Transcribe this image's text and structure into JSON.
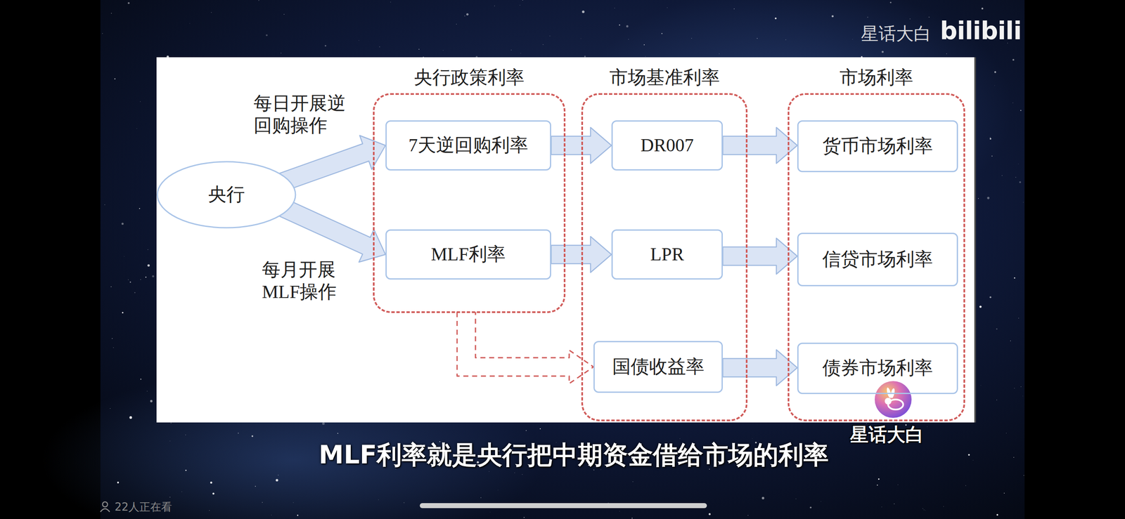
{
  "diagram": {
    "nodes": [
      {
        "text": [
          "央行"
        ]
      },
      {
        "text": [
          "央行政策利率"
        ]
      },
      {
        "text": [
          "7天逆回购利率"
        ],
        "in": 1
      },
      {
        "text": [
          "MLF利率"
        ],
        "in": 1
      },
      {
        "text": [
          "市场基准利率"
        ]
      },
      {
        "text": [
          "DR007"
        ],
        "in": 4
      },
      {
        "text": [
          "LPR"
        ],
        "in": 4
      },
      {
        "text": [
          "国债收益率"
        ],
        "in": 4
      },
      {
        "text": [
          "市场利率"
        ]
      },
      {
        "text": [
          "货币市场利率"
        ],
        "in": 8
      },
      {
        "text": [
          "信贷市场利率"
        ],
        "in": 8
      },
      {
        "text": [
          "债券市场利率"
        ],
        "in": 8
      }
    ],
    "edges": [
      {
        "from": 0,
        "to": 2,
        "label": "每日开展逆 回购操作",
        "arrow": "to"
      },
      {
        "from": 0,
        "to": 3,
        "label": "每月开展 MLF操作",
        "arrow": "to"
      },
      {
        "from": 2,
        "to": 5,
        "arrow": "to"
      },
      {
        "from": 3,
        "to": 6,
        "arrow": "to"
      },
      {
        "from": 5,
        "to": 9,
        "arrow": "to"
      },
      {
        "from": 6,
        "to": 10,
        "arrow": "to"
      },
      {
        "from": 1,
        "to": 7,
        "arrow": "to"
      },
      {
        "from": 7,
        "to": 11,
        "arrow": "to"
      }
    ],
    "labels": [
      "星话大白",
      "bilibili",
      "星话大白",
      "MLF利率就是央行把中期资金借给市场的利率",
      "22人正在看"
    ]
  }
}
